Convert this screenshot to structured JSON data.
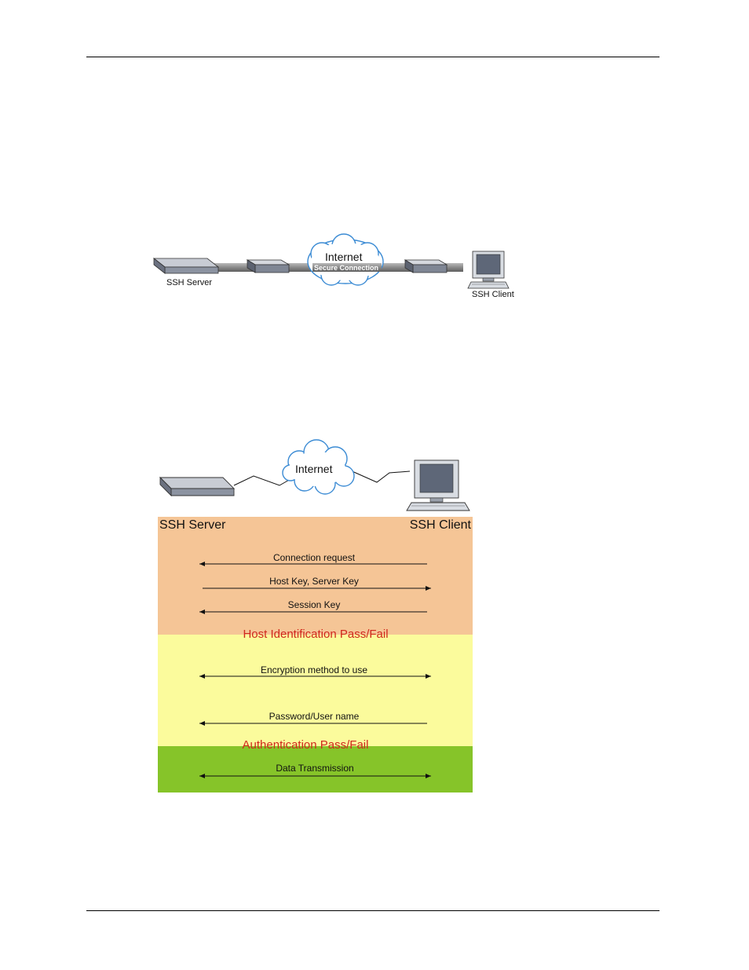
{
  "figure1": {
    "ssh_server_label": "SSH Server",
    "ssh_client_label": "SSH Client",
    "cloud_label": "Internet",
    "link_label": "Secure Connection"
  },
  "figure2": {
    "cloud_label": "Internet",
    "ssh_server_label": "SSH Server",
    "ssh_client_label": "SSH Client",
    "colors": {
      "band1": "#f5c596",
      "band2": "#fbfb9c",
      "band3": "#86c429",
      "title_red": "#d0281c"
    },
    "messages": [
      {
        "label": "Connection request",
        "direction": "to-server"
      },
      {
        "label": "Host Key, Server Key",
        "direction": "to-client"
      },
      {
        "label": "Session Key",
        "direction": "to-server"
      },
      {
        "label": "Encryption method to use",
        "direction": "both"
      },
      {
        "label": "Password/User name",
        "direction": "to-server"
      },
      {
        "label": "Data Transmission",
        "direction": "both"
      }
    ],
    "stage_labels": {
      "host_identification": "Host Identification Pass/Fail",
      "authentication": "Authentication Pass/Fail"
    }
  }
}
